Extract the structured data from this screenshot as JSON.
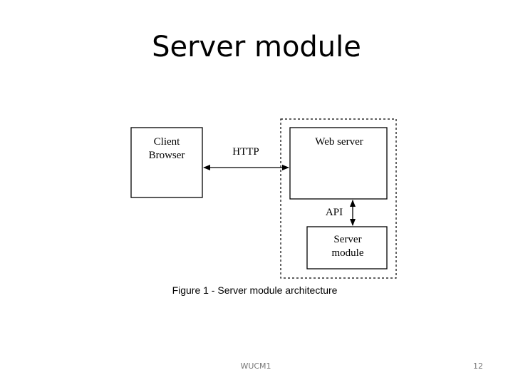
{
  "slide": {
    "title": "Server module",
    "caption": "Figure 1 - Server module architecture",
    "footer_center": "WUCM1",
    "page_number": "12"
  },
  "diagram": {
    "client_line1": "Client",
    "client_line2": "Browser",
    "http_label": "HTTP",
    "webserver_label": "Web server",
    "api_label": "API",
    "module_line1": "Server",
    "module_line2": "module"
  }
}
